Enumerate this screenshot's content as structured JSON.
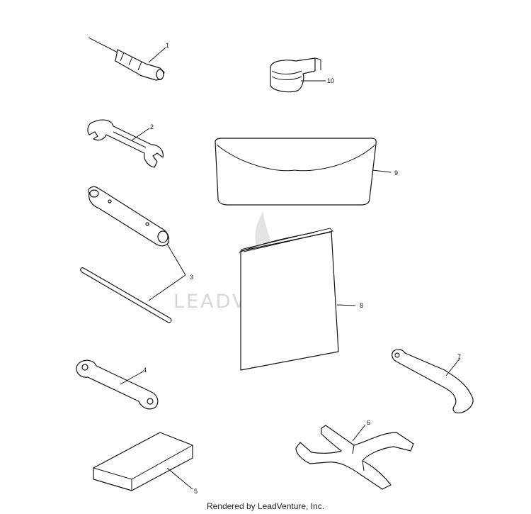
{
  "callouts": {
    "c1": "1",
    "c2": "2",
    "c3": "3",
    "c4": "4",
    "c5": "5",
    "c6": "6",
    "c7": "7",
    "c8": "8",
    "c9": "9",
    "c10": "10"
  },
  "watermark": {
    "text": "LEADVENTURE",
    "icon": "leadventure-flame-logo"
  },
  "footer": {
    "text": "Rendered by LeadVenture, Inc."
  },
  "colors": {
    "line": "#111111",
    "watermark": "#d7d7d7",
    "background": "#ffffff"
  }
}
